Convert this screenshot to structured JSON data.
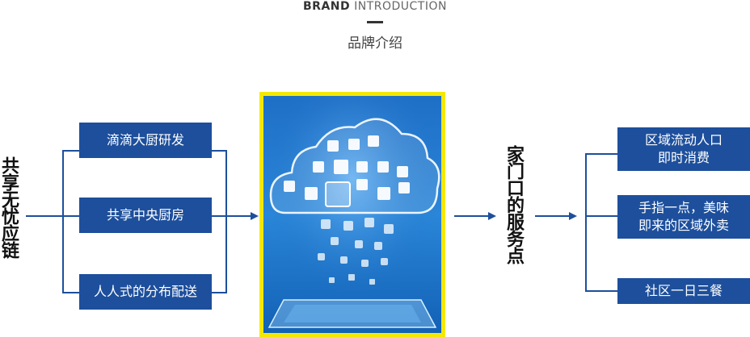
{
  "header": {
    "en_bold": "BRAND",
    "en_light": "INTRODUCTION",
    "cn": "品牌介绍"
  },
  "left_title": "共享无忧应链",
  "right_title": "家门口的服务点",
  "left_boxes": [
    {
      "label": "滴滴大厨研发"
    },
    {
      "label": "共享中央厨房"
    },
    {
      "label": "人人式的分布配送"
    }
  ],
  "right_boxes": [
    {
      "line1": "区域流动人口",
      "line2": "即时消费"
    },
    {
      "line1": "手指一点，美味",
      "line2": "即来的区域外卖"
    },
    {
      "line1": "社区一日三餐",
      "line2": ""
    }
  ],
  "colors": {
    "box": "#1d4f9c",
    "frame": "#f5e800",
    "image_bg": "#1a73c9"
  },
  "icons": {
    "center": "cloud-apps-tablet-illustration"
  }
}
